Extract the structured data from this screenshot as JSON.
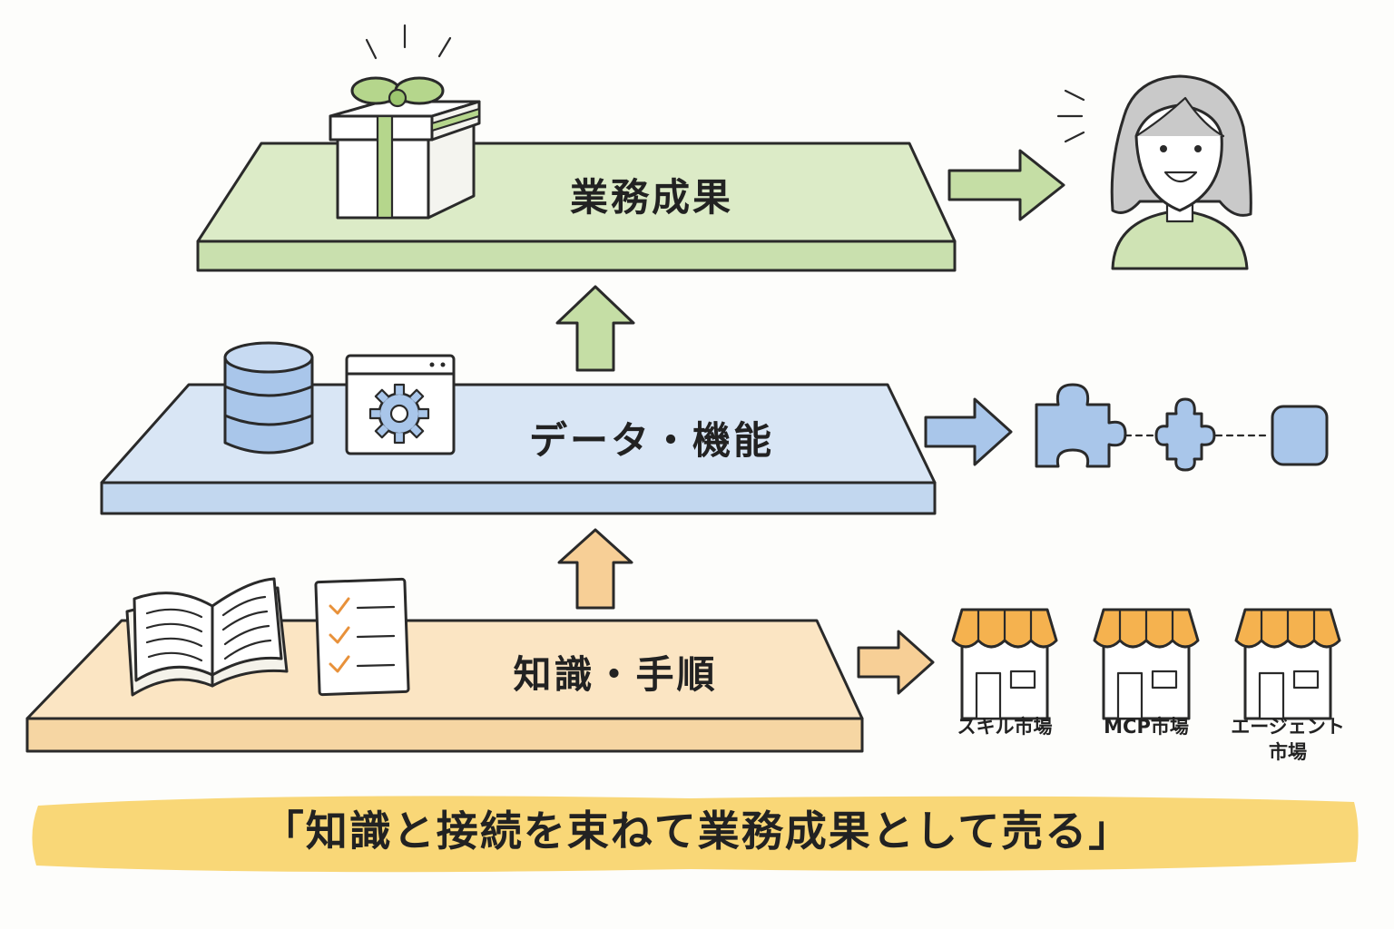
{
  "layers": {
    "outcome": {
      "label": "業務成果",
      "color": "#dcebc7",
      "side": "#c9e0ae"
    },
    "data": {
      "label": "データ・機能",
      "color": "#d9e6f5",
      "side": "#c2d7ef"
    },
    "knowledge": {
      "label": "知識・手順",
      "color": "#fbe5c3",
      "side": "#f6d6a3"
    }
  },
  "markets": [
    {
      "label": "スキル市場"
    },
    {
      "label": "MCP市場"
    },
    {
      "label_line1": "エージェント",
      "label_line2": "市場"
    }
  ],
  "slogan": {
    "text": "「知識と接続を束ねて業務成果として売る」",
    "highlight": "#f9d777"
  },
  "icons": [
    "gift-icon",
    "person-icon",
    "database-icon",
    "settings-window-icon",
    "puzzle-piece-icon",
    "open-book-icon",
    "checklist-icon",
    "storefront-icon",
    "arrow-up-icon",
    "arrow-right-icon"
  ],
  "colors": {
    "green_arrow": "#c5dea5",
    "blue_arrow": "#a9c6ea",
    "orange_arrow": "#f7cf96",
    "ink": "#2a2a2a",
    "awning_orange": "#f5b24f"
  }
}
